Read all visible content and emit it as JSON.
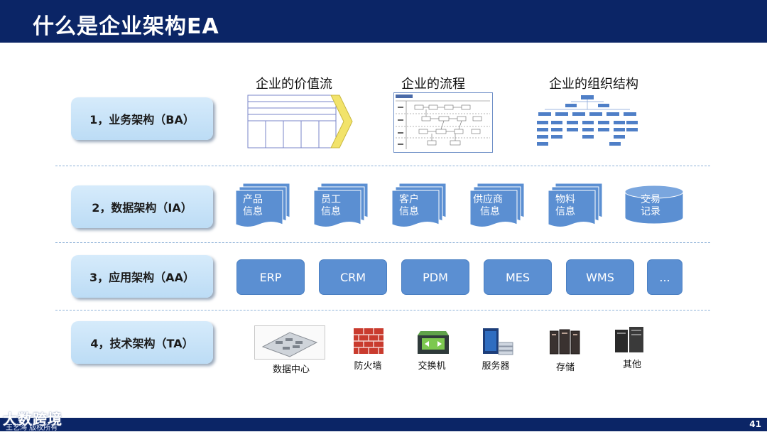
{
  "header": {
    "title": "什么是企业架构EA"
  },
  "layers": [
    {
      "label": "1，业务架构（BA）"
    },
    {
      "label": "2，数据架构（IA）"
    },
    {
      "label": "3，应用架构（AA）"
    },
    {
      "label": "4，技术架构（TA）"
    }
  ],
  "business": {
    "value_chain": "企业的价值流",
    "process": "企业的流程",
    "org_structure": "企业的组织结构"
  },
  "data_items": [
    {
      "line1": "产品",
      "line2": "信息"
    },
    {
      "line1": "员工",
      "line2": "信息"
    },
    {
      "line1": "客户",
      "line2": "信息"
    },
    {
      "line1": "供应商",
      "line2": "信息"
    },
    {
      "line1": "物料",
      "line2": "信息"
    },
    {
      "line1": "交易",
      "line2": "记录"
    }
  ],
  "apps": [
    "ERP",
    "CRM",
    "PDM",
    "MES",
    "WMS",
    "..."
  ],
  "tech": [
    "数据中心",
    "防火墙",
    "交换机",
    "服务器",
    "存储",
    "其他"
  ],
  "footer": {
    "page": "41",
    "watermark": "大数跨境",
    "watermark_sub": "王艺海 版权所有"
  },
  "colors": {
    "header": "#0b2566",
    "app_blue": "#5b8fd2",
    "layer_bg": "#c8e3f8"
  }
}
